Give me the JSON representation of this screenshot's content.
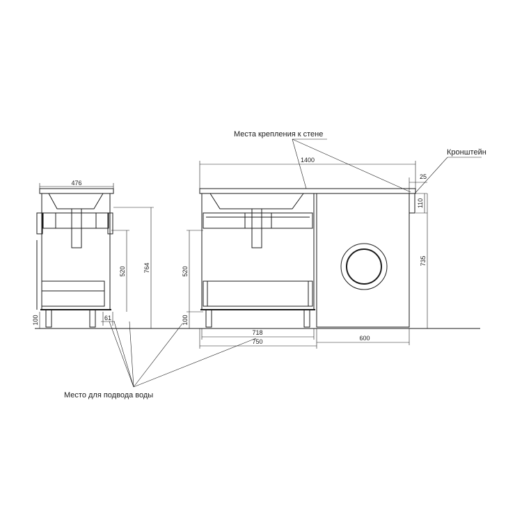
{
  "labels": {
    "wall_mount": "Места крепления к стене",
    "bracket": "Кронштейн",
    "water_supply": "Место для подвода воды"
  },
  "dimensions": {
    "side_width": "476",
    "side_height_inner": "520",
    "side_height_total": "764",
    "side_leg": "100",
    "side_offset": "61",
    "front_total_width": "1400",
    "front_bracket_gap": "25",
    "front_bracket_height": "110",
    "front_washer_height": "735",
    "front_inner_height": "520",
    "front_leg": "100",
    "front_inner_width": "718",
    "front_cabinet_width": "750",
    "front_washer_width": "600"
  }
}
